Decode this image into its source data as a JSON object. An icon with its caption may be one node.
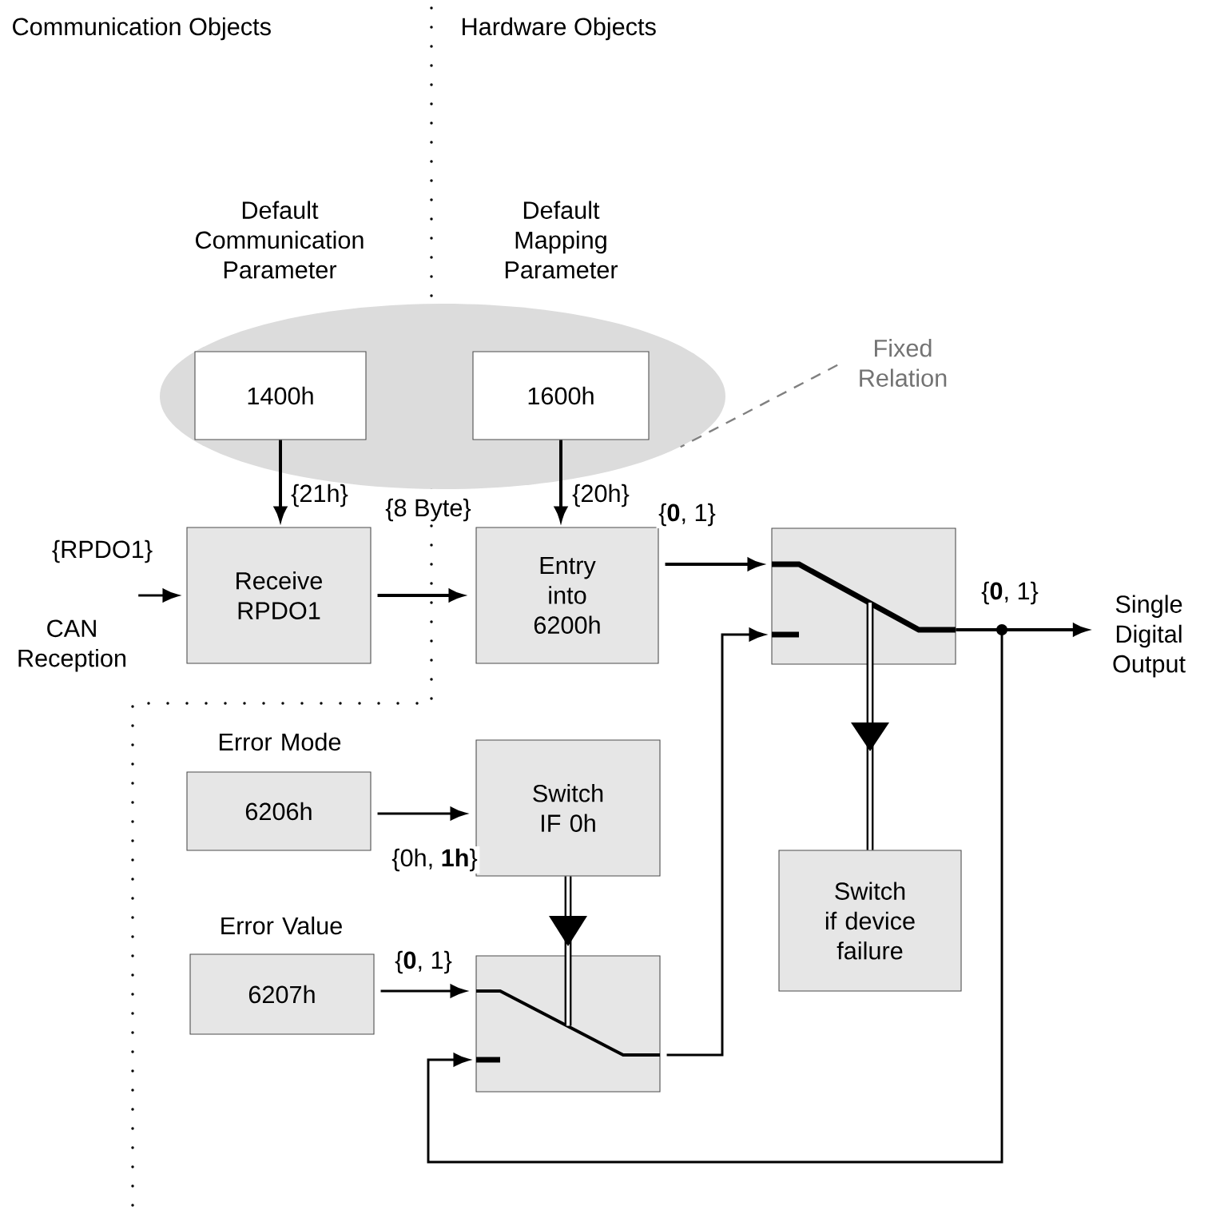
{
  "diagram": {
    "nodes": [
      {
        "text": [],
        "shape": "ellipse"
      },
      {
        "text": [
          "Default Communication Parameter",
          "1400h"
        ],
        "in": 0
      },
      {
        "text": [
          "Default Mapping Parameter",
          "1600h"
        ],
        "in": 0
      },
      {
        "text": [
          "Fixed Relation"
        ]
      },
      {
        "text": [
          "Receive RPDO1"
        ]
      },
      {
        "text": [
          "CAN Reception"
        ]
      },
      {
        "text": [
          "Entry into 6200h"
        ]
      },
      {
        "text": [],
        "shape": "box"
      },
      {
        "text": [
          "Single Digital Output"
        ]
      },
      {
        "text": [
          "Switch if device failure"
        ]
      },
      {
        "text": [
          "Error Mode",
          "6206h"
        ]
      },
      {
        "text": [
          "Switch IF 0h"
        ]
      },
      {
        "text": [
          "Error Value",
          "6207h"
        ]
      },
      {
        "text": [],
        "shape": "box"
      }
    ],
    "edges": [
      {
        "from": 1,
        "to": 4,
        "arrow": "to",
        "label": "{21h}"
      },
      {
        "from": 2,
        "to": 6,
        "arrow": "to",
        "label": "{20h}"
      },
      {
        "from": 4,
        "to": 6,
        "arrow": "to",
        "label": "{8 Byte}"
      },
      {
        "from": 5,
        "to": 4,
        "arrow": "to",
        "label": "{RPDO1}"
      },
      {
        "from": 6,
        "to": 7,
        "arrow": "to",
        "label": "{**0**, 1}"
      },
      {
        "from": 7,
        "to": 8,
        "arrow": "to",
        "label": "{**0**, 1}"
      },
      {
        "from": 7,
        "to": 9,
        "arrow": "to",
        "style": "thick"
      },
      {
        "from": 10,
        "to": 11,
        "arrow": "to",
        "label": "{0h, **1h**}"
      },
      {
        "from": 11,
        "to": 13,
        "arrow": "to",
        "style": "thick"
      },
      {
        "from": 12,
        "to": 13,
        "arrow": "to",
        "label": "{**0**, 1}"
      },
      {
        "from": 13,
        "to": 7,
        "arrow": "to"
      },
      {
        "from": 7,
        "to": 13,
        "arrow": "to"
      },
      {
        "from": 3,
        "to": 0,
        "arrow": "none",
        "style": "dashed",
        "color": "#808080"
      }
    ],
    "labels": [
      "Communication Objects",
      "Hardware Objects"
    ]
  }
}
